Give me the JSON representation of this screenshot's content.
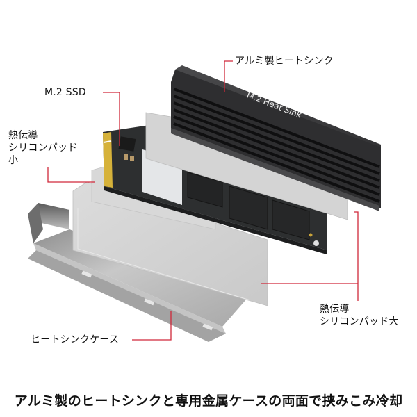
{
  "diagram": {
    "type": "exploded-product-view",
    "colors": {
      "leader_line": "#d0283a",
      "heat_sink": "#3a3a3c",
      "heat_sink_fin_gap": "#141414",
      "thermal_pad": "#d2d2d2",
      "pcb": "#2b2d2e",
      "gold_contacts": "#d6b23a",
      "case": "#b5b5b5",
      "background": "#ffffff"
    },
    "heat_sink_print": "M.2 Heat Sink",
    "labels": {
      "aluminum_heat_sink": "アルミ製ヒートシンク",
      "m2_ssd": "M.2 SSD",
      "pad_small_line1": "熱伝導",
      "pad_small_line2": "シリコンパッド",
      "pad_small_line3": "小",
      "pad_large_line1": "熱伝導",
      "pad_large_line2": "シリコンパッド大",
      "heat_sink_case": "ヒートシンクケース"
    },
    "caption": "アルミ製のヒートシンクと専用金属ケースの両面で挟みこみ冷却"
  }
}
